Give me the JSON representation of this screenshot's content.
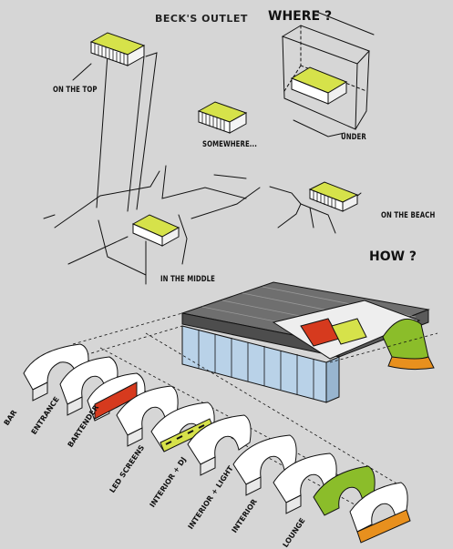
{
  "title": "BECK'S OUTLET",
  "where": "WHERE ?",
  "how": "HOW ?",
  "locations": {
    "top": "ON THE TOP",
    "somewhere": "SOMEWHERE...",
    "under": "UNDER",
    "middle": "IN THE MIDDLE",
    "beach": "ON THE BEACH"
  },
  "sections": [
    "BAR",
    "ENTRANCE",
    "BARTENDER",
    "LED SCREENS",
    "INTERIOR + DJ",
    "INTERIOR + LIGHT",
    "INTERIOR",
    "LOUNGE"
  ],
  "colors": {
    "box_yellow": "#d6e24a",
    "red": "#d63a1e",
    "orange": "#e8901e",
    "green": "#8bbd2a",
    "glass": "#b9d2e8",
    "roof": "#6f6f6f"
  }
}
